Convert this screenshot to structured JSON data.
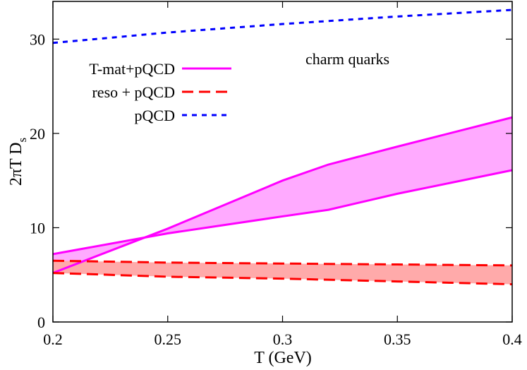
{
  "chart_data": {
    "type": "line",
    "xlabel": "T (GeV)",
    "ylabel_main": "2πT D",
    "ylabel_sub": "s",
    "annotation": "charm quarks",
    "xlim": [
      0.2,
      0.4
    ],
    "ylim": [
      0,
      34
    ],
    "xticks": [
      0.2,
      0.25,
      0.3,
      0.35,
      0.4
    ],
    "xtick_labels": [
      "0.2",
      "0.25",
      "0.3",
      "0.35",
      "0.4"
    ],
    "yticks": [
      0,
      10,
      20,
      30
    ],
    "ytick_labels": [
      "0",
      "10",
      "20",
      "30"
    ],
    "grid": false,
    "legend_position": "top-left",
    "series": [
      {
        "name": "T-mat+pQCD",
        "color": "#ff00ff",
        "style": "solid",
        "band": true,
        "fill": "#ffaaff",
        "lower": {
          "x": [
            0.2,
            0.25,
            0.3,
            0.32,
            0.35,
            0.4
          ],
          "y": [
            5.2,
            9.9,
            15.0,
            16.7,
            18.6,
            21.7
          ]
        },
        "upper": {
          "x": [
            0.2,
            0.25,
            0.3,
            0.32,
            0.35,
            0.4
          ],
          "y": [
            7.2,
            9.4,
            11.2,
            11.9,
            13.6,
            16.1
          ]
        }
      },
      {
        "name": "reso + pQCD",
        "color": "#ff0000",
        "style": "dashed",
        "band": true,
        "fill": "#ffaaaa",
        "lower": {
          "x": [
            0.2,
            0.25,
            0.3,
            0.35,
            0.4
          ],
          "y": [
            5.2,
            4.8,
            4.6,
            4.3,
            4.0
          ]
        },
        "upper": {
          "x": [
            0.2,
            0.25,
            0.3,
            0.35,
            0.4
          ],
          "y": [
            6.5,
            6.3,
            6.2,
            6.1,
            6.0
          ]
        }
      },
      {
        "name": "pQCD",
        "color": "#0000ff",
        "style": "dotted",
        "band": false,
        "x": [
          0.2,
          0.25,
          0.3,
          0.35,
          0.4
        ],
        "y": [
          29.6,
          30.7,
          31.6,
          32.4,
          33.1
        ]
      }
    ]
  }
}
